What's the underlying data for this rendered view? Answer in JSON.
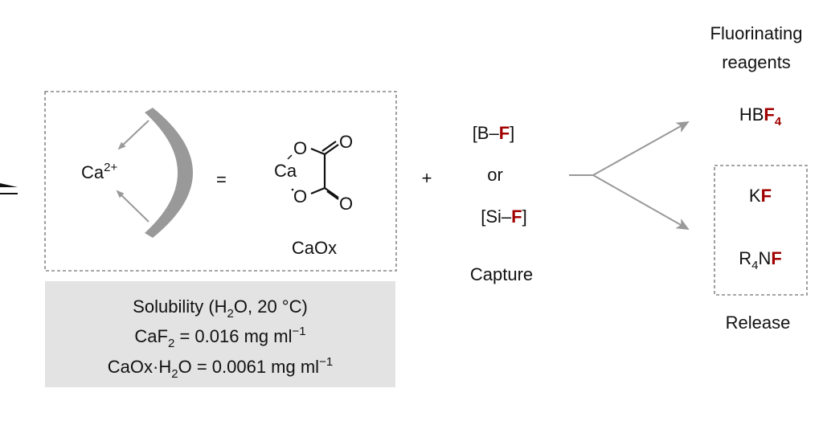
{
  "colors": {
    "fluorine": "#a00000",
    "grey_shape": "#999999",
    "panel": "#e3e3e3",
    "dash": "#888888"
  },
  "left_panel": {
    "ion": "Ca",
    "ion_charge": "2+",
    "equals": "=",
    "structure": {
      "ca": "Ca",
      "o": "O"
    },
    "structure_label": "CaOx"
  },
  "solubility": {
    "line1_a": "Solubility (H",
    "line1_sub": "2",
    "line1_b": "O, 20 °C)",
    "line2_a": "CaF",
    "line2_sub": "2",
    "line2_b": " = 0.016 mg ml",
    "line2_sup": "−1",
    "line3_a": "CaOx·H",
    "line3_sub": "2",
    "line3_b": "O = 0.0061 mg ml",
    "line3_sup": "−1"
  },
  "plus": "+",
  "capture": {
    "bf_open": "[B–",
    "f": "F",
    "bf_close": "]",
    "or": "or",
    "sif_open": "[Si–",
    "sif_close": "]",
    "label": "Capture"
  },
  "release": {
    "title_line1": "Fluorinating",
    "title_line2": "reagents",
    "hbf4_a": "HB",
    "hbf4_f": "F",
    "hbf4_sub": "4",
    "kf_a": "K",
    "kf_f": "F",
    "r4nf_a": "R",
    "r4nf_sub": "4",
    "r4nf_b": "N",
    "r4nf_f": "F",
    "label": "Release"
  }
}
